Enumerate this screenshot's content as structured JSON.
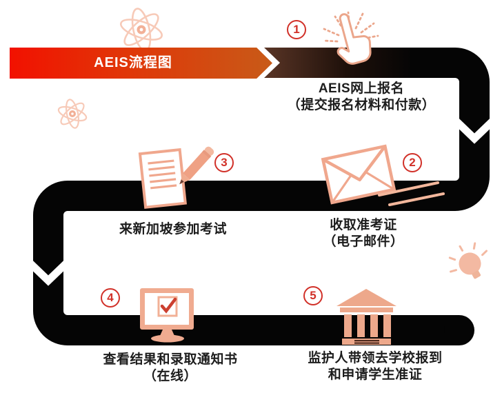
{
  "banner": {
    "title": "AEIS流程图"
  },
  "steps": [
    {
      "number": "1",
      "icon": "click-hand-icon",
      "label_lines": [
        "AEIS网上报名",
        "（提交报名材料和付款）"
      ]
    },
    {
      "number": "2",
      "icon": "envelope-icon",
      "label_lines": [
        "收取准考证",
        "（电子邮件）"
      ]
    },
    {
      "number": "3",
      "icon": "exam-paper-pencil-icon",
      "label_lines": [
        "来新加坡参加考试"
      ]
    },
    {
      "number": "4",
      "icon": "computer-monitor-icon",
      "label_lines": [
        "查看结果和录取通知书",
        "（在线）"
      ]
    },
    {
      "number": "5",
      "icon": "school-building-icon",
      "label_lines": [
        "监护人带领去学校报到",
        "和申请学生准证"
      ]
    }
  ],
  "decorations": [
    "atom-icon",
    "atom-small-icon",
    "lightbulb-icon"
  ],
  "colors": {
    "banner_gradient_start": "#f21100",
    "banner_gradient_end": "#c85a18",
    "road_black": "#050505",
    "road_brown_start": "#5a3526",
    "step_circle_red": "#d13028",
    "icon_salmon": "#f0a78d",
    "decor_salmon": "#f7cab8",
    "text_black": "#1c1c1c"
  }
}
